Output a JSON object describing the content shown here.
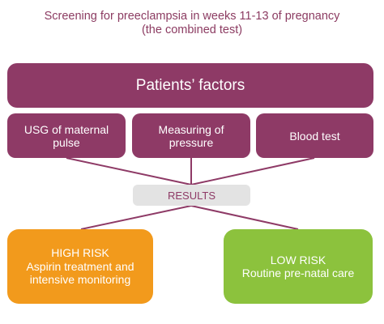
{
  "title": {
    "line1": "Screening for preeclampsia in weeks 11-13 of pregnancy",
    "line2": "(the combined test)"
  },
  "patients_factors": "Patients’ factors",
  "factors": [
    {
      "line1": "USG of maternal",
      "line2": "pulse"
    },
    {
      "line1": "Measuring of",
      "line2": "pressure"
    },
    {
      "line1": "Blood test"
    }
  ],
  "results": "RESULTS",
  "high_risk": {
    "line1": "HIGH RISK",
    "line2": "Aspirin treatment and",
    "line3": "intensive monitoring"
  },
  "low_risk": {
    "line1": "LOW RISK",
    "line2": "Routine pre-natal care"
  },
  "colors": {
    "primary": "#8e3a66",
    "title": "#8c3c62",
    "results_bg": "#e3e3e3",
    "high_risk": "#f29a1c",
    "low_risk": "#8cc23d"
  }
}
